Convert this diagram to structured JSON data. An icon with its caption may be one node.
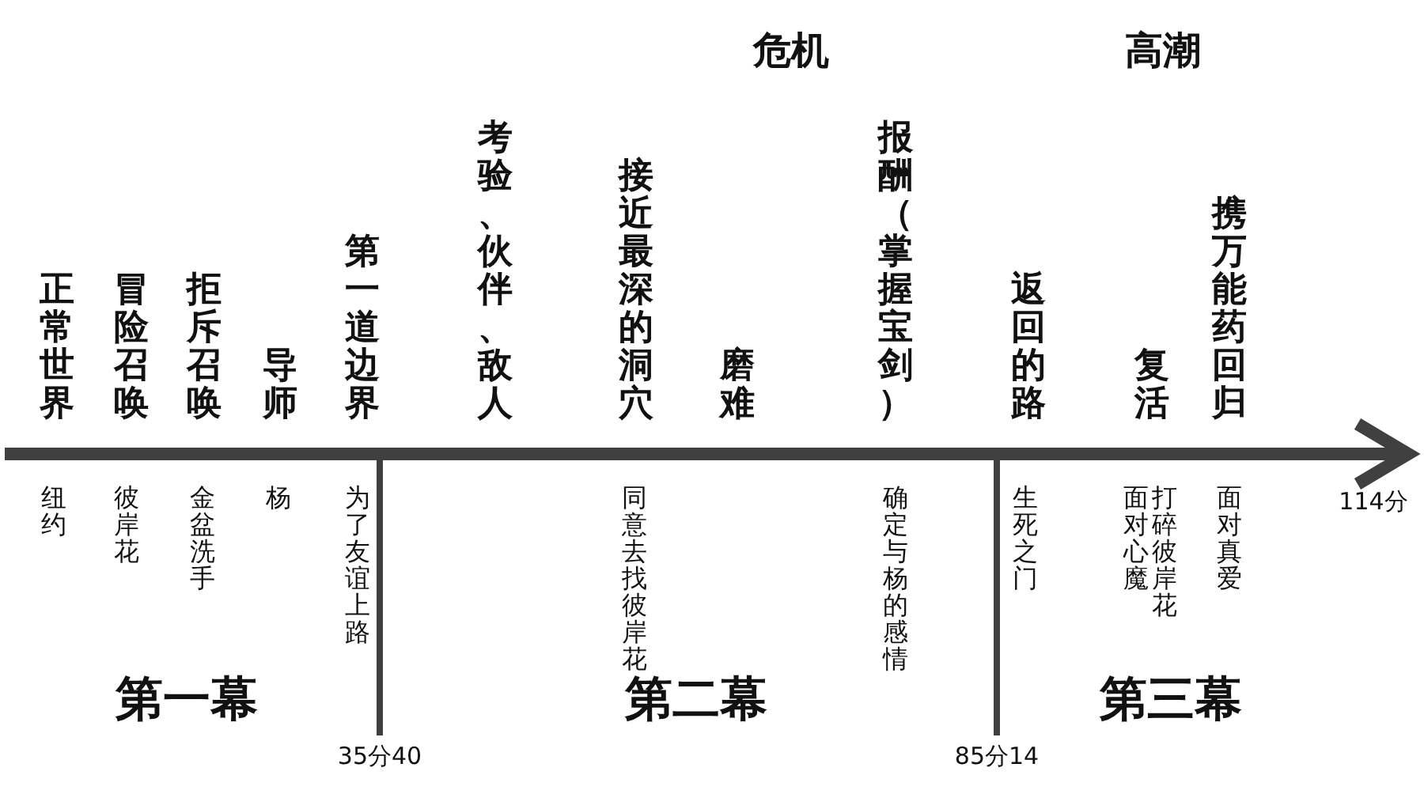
{
  "diagram": {
    "labels": [
      "危机",
      "高潮",
      "正常世界",
      "冒险召唤",
      "拒斥召唤",
      "导师",
      "第一道边界",
      "考验、伙伴、敌人",
      "接近最深的洞穴",
      "磨难",
      "报酬（掌握宝剑）",
      "返回的路",
      "复活",
      "携万能药回归",
      "纽约",
      "彼岸花",
      "金盆洗手",
      "杨",
      "为了友谊上路",
      "同意去找彼岸花",
      "确定与杨的感情",
      "生死之门",
      "面对心魔",
      "打碎彼岸花",
      "面对真爱",
      "114分",
      "第一幕",
      "第二幕",
      "第三幕",
      "35分40",
      "85分14"
    ]
  }
}
